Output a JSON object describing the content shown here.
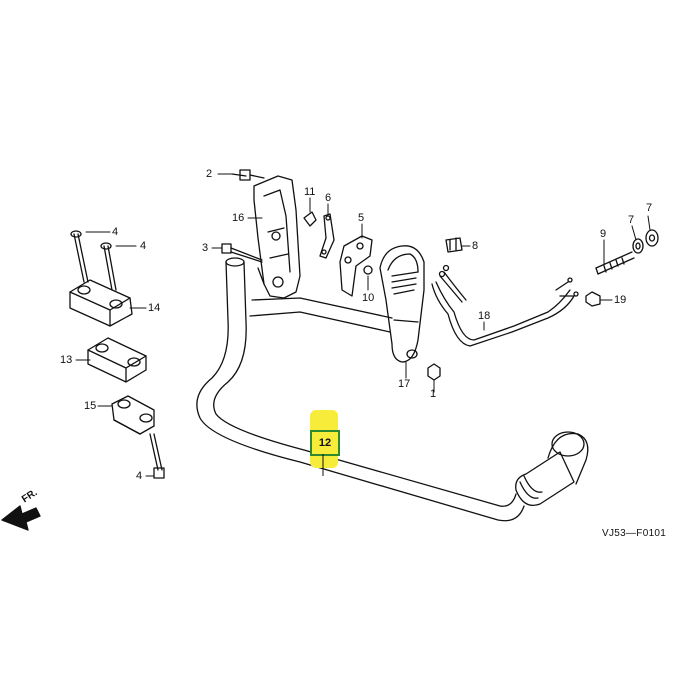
{
  "diagram": {
    "diagram_code": "VJ53—F0101",
    "front_marker": "FR.",
    "highlight_color": "#f7ec3a",
    "highlight_border_color": "#2f8a2f",
    "highlighted_part": "12",
    "parts": [
      {
        "id": "p2",
        "label": "2"
      },
      {
        "id": "p16",
        "label": "16"
      },
      {
        "id": "p3",
        "label": "3"
      },
      {
        "id": "p11",
        "label": "11"
      },
      {
        "id": "p6",
        "label": "6"
      },
      {
        "id": "p5",
        "label": "5"
      },
      {
        "id": "p10",
        "label": "10"
      },
      {
        "id": "p8",
        "label": "8"
      },
      {
        "id": "p17",
        "label": "17"
      },
      {
        "id": "p1",
        "label": "1"
      },
      {
        "id": "p18",
        "label": "18"
      },
      {
        "id": "p9",
        "label": "9"
      },
      {
        "id": "p7a",
        "label": "7"
      },
      {
        "id": "p7b",
        "label": "7"
      },
      {
        "id": "p19",
        "label": "19"
      },
      {
        "id": "p4a",
        "label": "4"
      },
      {
        "id": "p4b",
        "label": "4"
      },
      {
        "id": "p14",
        "label": "14"
      },
      {
        "id": "p13",
        "label": "13"
      },
      {
        "id": "p15",
        "label": "15"
      },
      {
        "id": "p4c",
        "label": "4"
      },
      {
        "id": "p12",
        "label": "12"
      }
    ]
  }
}
